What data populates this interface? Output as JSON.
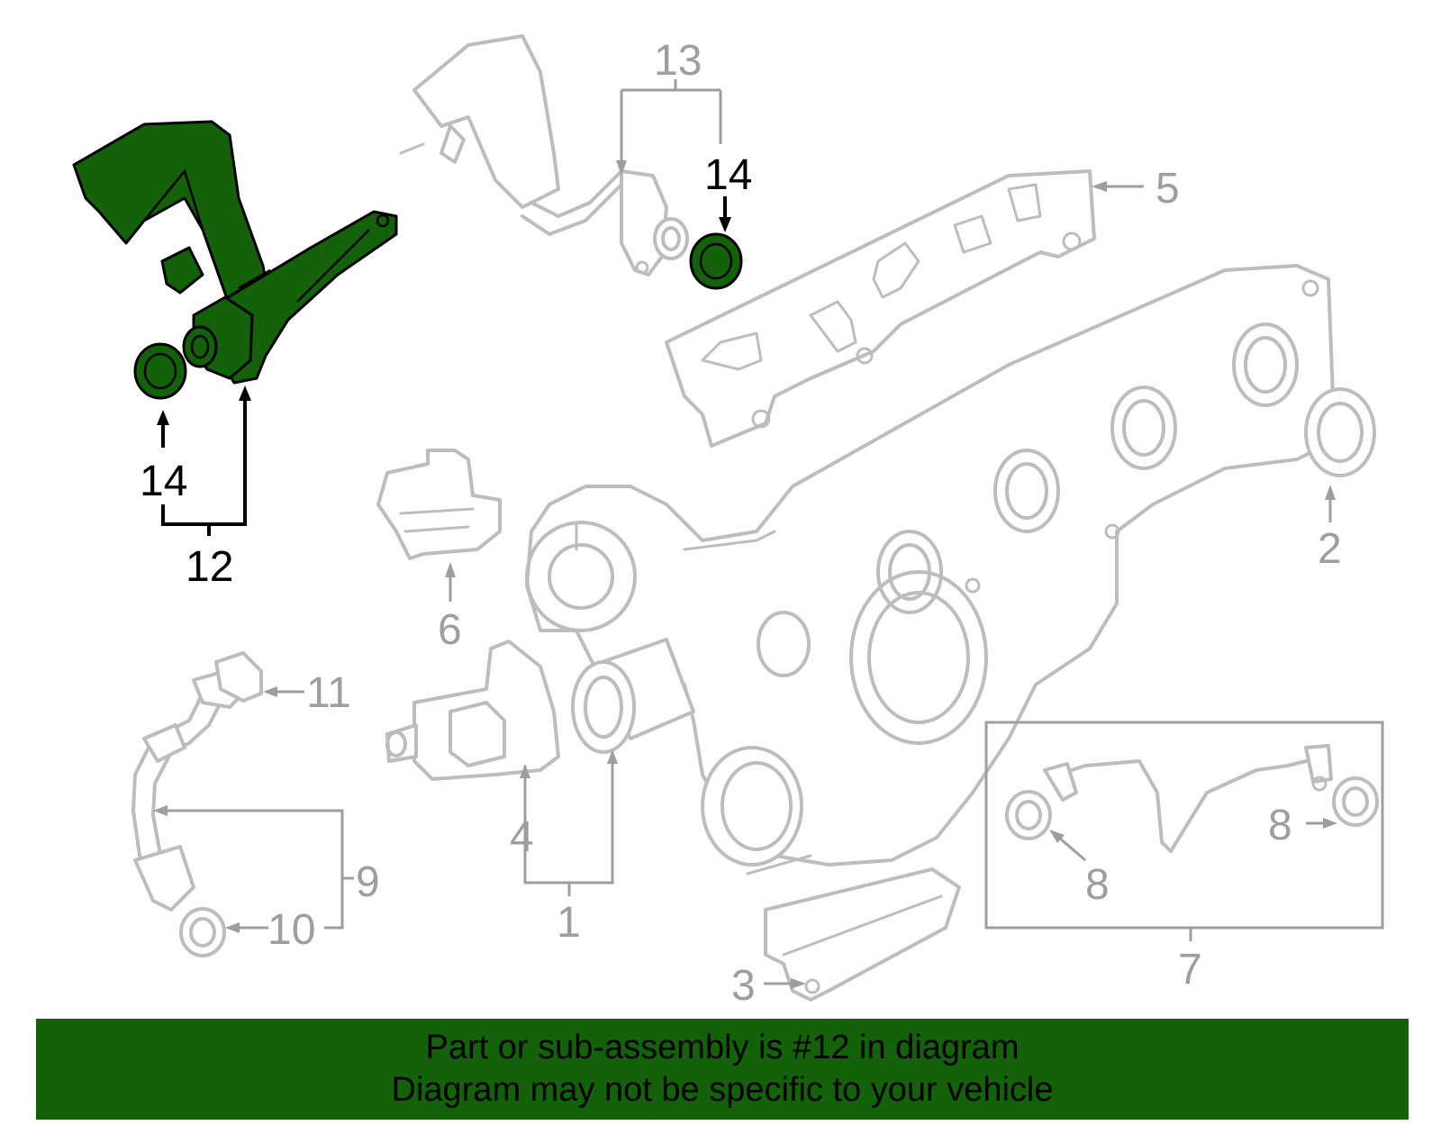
{
  "colors": {
    "highlight": "#136109",
    "parts_outline": "#bdbdbd",
    "callouts": "#9e9e9e",
    "banner": "#136109"
  },
  "callouts": {
    "c1": "1",
    "c2": "2",
    "c3": "3",
    "c4": "4",
    "c5": "5",
    "c6": "6",
    "c7": "7",
    "c8a": "8",
    "c8b": "8",
    "c9": "9",
    "c10": "10",
    "c11": "11",
    "c12": "12",
    "c13": "13",
    "c14a": "14",
    "c14b": "14"
  },
  "highlighted_part": "12",
  "footer": {
    "line1": "Part or sub-assembly is #12 in diagram",
    "line2": "Diagram may not be specific to your vehicle"
  }
}
